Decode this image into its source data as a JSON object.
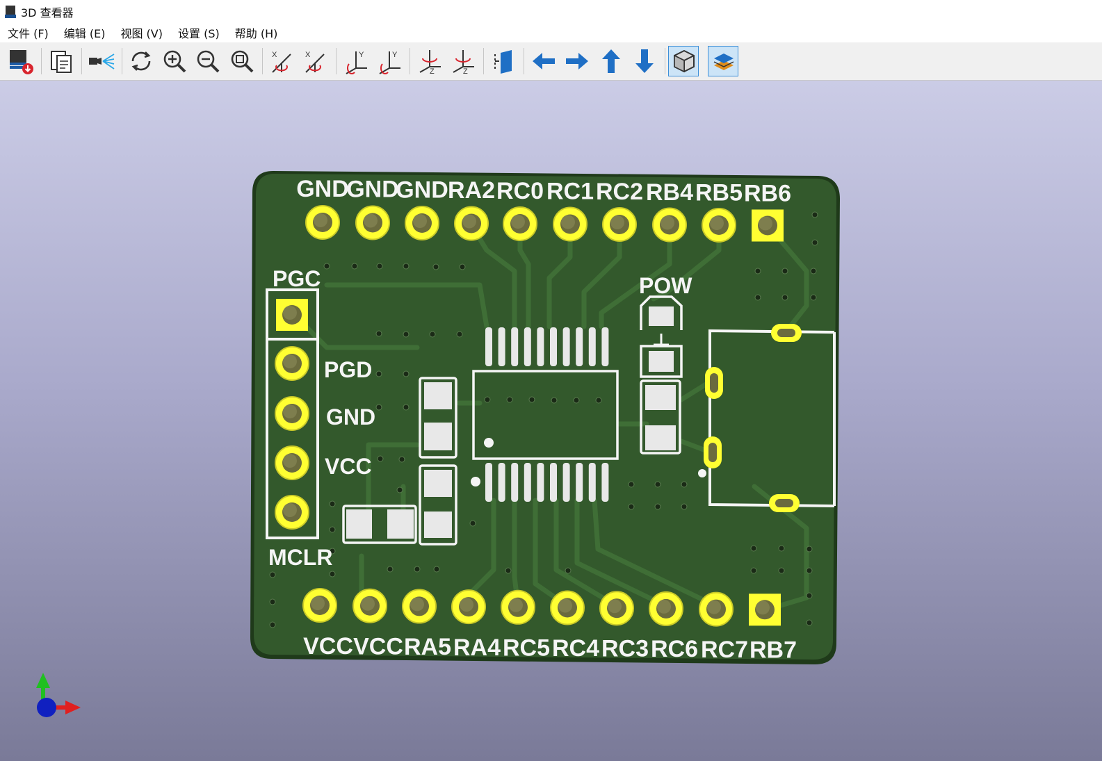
{
  "window": {
    "title": "3D 查看器"
  },
  "menu": [
    "文件 (F)",
    "编辑 (E)",
    "视图 (V)",
    "设置 (S)",
    "帮助 (H)"
  ],
  "toolbar": [
    {
      "name": "render-options-button",
      "icon": "render-download-icon"
    },
    {
      "name": "copy-image-button",
      "icon": "clipboard-icon"
    },
    {
      "name": "raytracing-button",
      "icon": "light-beam-icon"
    },
    {
      "name": "reload-board-button",
      "icon": "refresh-icon"
    },
    {
      "name": "zoom-in-button",
      "icon": "zoom-in-icon"
    },
    {
      "name": "zoom-out-button",
      "icon": "zoom-out-icon"
    },
    {
      "name": "zoom-fit-button",
      "icon": "zoom-fit-icon"
    },
    {
      "name": "rotate-x-clockwise-button",
      "icon": "rotate-x-cw-icon"
    },
    {
      "name": "rotate-x-counterclockwise-button",
      "icon": "rotate-x-ccw-icon"
    },
    {
      "name": "rotate-y-clockwise-button",
      "icon": "rotate-y-cw-icon"
    },
    {
      "name": "rotate-y-counterclockwise-button",
      "icon": "rotate-y-ccw-icon"
    },
    {
      "name": "rotate-z-clockwise-button",
      "icon": "rotate-z-cw-icon"
    },
    {
      "name": "rotate-z-counterclockwise-button",
      "icon": "rotate-z-ccw-icon"
    },
    {
      "name": "flip-board-button",
      "icon": "flip-board-icon"
    },
    {
      "name": "move-left-button",
      "icon": "arrow-left-icon"
    },
    {
      "name": "move-right-button",
      "icon": "arrow-right-icon"
    },
    {
      "name": "move-up-button",
      "icon": "arrow-up-icon"
    },
    {
      "name": "move-down-button",
      "icon": "arrow-down-icon"
    },
    {
      "name": "orthographic-toggle-button",
      "icon": "ortho-cube-icon",
      "active": true
    },
    {
      "name": "layers-manager-button",
      "icon": "layers-icon",
      "active": true
    }
  ],
  "toolbar_axis_labels": {
    "x": "X",
    "y": "Y",
    "z": "Z"
  },
  "board": {
    "top_pins": [
      "GND",
      "GND",
      "GND",
      "RA2",
      "RC0",
      "RC1",
      "RC2",
      "RB4",
      "RB5",
      "RB6"
    ],
    "bottom_pins": [
      "VCC",
      "VCC",
      "RA5",
      "RA4",
      "RC5",
      "RC4",
      "RC3",
      "RC6",
      "RC7",
      "RB7"
    ],
    "left_header_title": "PGC",
    "left_header_pins": [
      "PGD",
      "GND",
      "VCC"
    ],
    "left_header_bottom": "MCLR",
    "power_led_label": "POW"
  },
  "colors": {
    "soldermask": "#33592c",
    "trace": "#3c6934",
    "copper_pad": "#ffff32",
    "silkscreen": "#f5f5f5",
    "smd_pad": "#e8e8e8",
    "axis_x": "#e02020",
    "axis_y": "#20c020",
    "axis_z": "#1020c0"
  }
}
